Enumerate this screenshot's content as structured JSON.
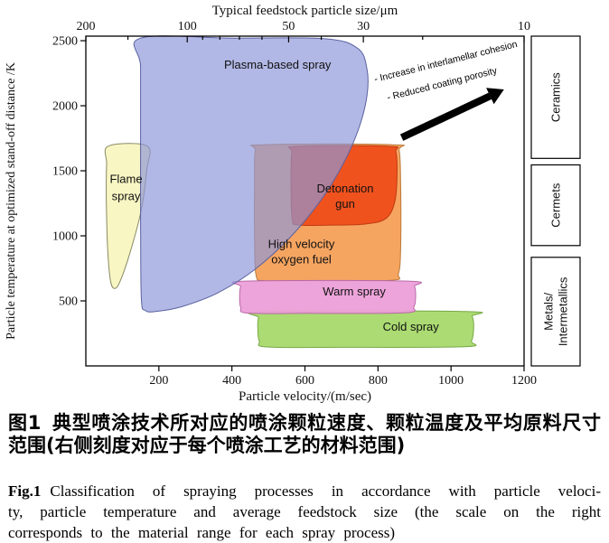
{
  "figure": {
    "caption_zh": {
      "label": "图1",
      "lines": [
        "典型喷涂技术所对应的喷涂颗粒速度、颗粒温度及平均原料尺寸",
        "范围(右侧刻度对应于每个喷涂工艺的材料范围)"
      ]
    },
    "caption_en": {
      "label": "Fig.1",
      "lines": [
        "Classification of spraying processes in accordance with particle veloci-",
        "ty, particle temperature and average feedstock size (the scale on the right",
        "corresponds to the material range for each spray process)"
      ]
    }
  },
  "chart_data": {
    "type": "area",
    "x_axis": {
      "label": "Particle velocity/(m/sec)",
      "range": [
        0,
        1200
      ],
      "ticks": [
        200,
        400,
        600,
        800,
        1000,
        1200
      ]
    },
    "y_axis": {
      "label": "Particle temperature at optimized stand-off distance /K",
      "range": [
        0,
        2535
      ],
      "ticks": [
        500,
        1000,
        1500,
        2000,
        2500
      ]
    },
    "top_axis": {
      "label": "Typical feedstock particle size/μm",
      "scale": "log",
      "direction": "decreasing",
      "range": [
        200,
        10
      ],
      "major_ticks": [
        200,
        100,
        50,
        30,
        10
      ],
      "minor_ticks": [
        150,
        90,
        80,
        70,
        60,
        40,
        20
      ]
    },
    "regions": [
      {
        "name": "flame-spray",
        "fill": "#f8f6c0",
        "opacity": 0.95,
        "stroke": "#8a8a66",
        "points": [
          [
            62,
            1690
          ],
          [
            168,
            1690
          ],
          [
            167,
            1510
          ],
          [
            152,
            1200
          ],
          [
            122,
            880
          ],
          [
            92,
            640
          ],
          [
            76,
            598
          ],
          [
            66,
            680
          ],
          [
            59,
            950
          ],
          [
            56,
            1300
          ],
          [
            57,
            1550
          ]
        ],
        "labels": [
          {
            "text": "Flame",
            "x": 110,
            "y": 1405
          },
          {
            "text": "spray",
            "x": 110,
            "y": 1275
          }
        ],
        "velocity_range": [
          55,
          170
        ],
        "temperature_range": [
          600,
          1690
        ]
      },
      {
        "name": "high-velocity-oxygen-fuel",
        "fill": "#f5a058",
        "opacity": 0.95,
        "stroke": "#b97a3a",
        "points": [
          [
            485,
            1700
          ],
          [
            840,
            1700
          ],
          [
            858,
            1655
          ],
          [
            862,
            1400
          ],
          [
            862,
            900
          ],
          [
            856,
            710
          ],
          [
            835,
            658
          ],
          [
            600,
            652
          ],
          [
            490,
            655
          ],
          [
            466,
            700
          ],
          [
            462,
            1000
          ],
          [
            462,
            1400
          ],
          [
            464,
            1655
          ]
        ],
        "labels": [
          {
            "text": "High velocity",
            "x": 590,
            "y": 905
          },
          {
            "text": "oxygen fuel",
            "x": 590,
            "y": 790
          }
        ],
        "velocity_range": [
          460,
          862
        ],
        "temperature_range": [
          650,
          1700
        ]
      },
      {
        "name": "detonation-gun",
        "fill": "#f0521e",
        "opacity": 1,
        "stroke": "#c03a10",
        "points": [
          [
            578,
            1688
          ],
          [
            830,
            1688
          ],
          [
            849,
            1645
          ],
          [
            852,
            1450
          ],
          [
            845,
            1250
          ],
          [
            820,
            1130
          ],
          [
            762,
            1090
          ],
          [
            660,
            1082
          ],
          [
            580,
            1084
          ],
          [
            565,
            1130
          ],
          [
            562,
            1400
          ],
          [
            564,
            1640
          ]
        ],
        "labels": [
          {
            "text": "Detonation",
            "x": 710,
            "y": 1335
          },
          {
            "text": "gun",
            "x": 710,
            "y": 1215
          }
        ],
        "velocity_range": [
          560,
          852
        ],
        "temperature_range": [
          1080,
          1690
        ]
      },
      {
        "name": "cold-spray",
        "fill": "#a6d96a",
        "opacity": 0.95,
        "stroke": "#78a848",
        "points": [
          [
            492,
            418
          ],
          [
            1040,
            418
          ],
          [
            1058,
            380
          ],
          [
            1062,
            290
          ],
          [
            1056,
            190
          ],
          [
            1038,
            148
          ],
          [
            700,
            143
          ],
          [
            495,
            146
          ],
          [
            475,
            190
          ],
          [
            471,
            280
          ],
          [
            473,
            370
          ]
        ],
        "labels": [
          {
            "text": "Cold spray",
            "x": 890,
            "y": 272
          }
        ],
        "velocity_range": [
          470,
          1062
        ],
        "temperature_range": [
          143,
          418
        ]
      },
      {
        "name": "warm-spray",
        "fill": "#ec9fd8",
        "opacity": 0.95,
        "stroke": "#b86aa8",
        "points": [
          [
            438,
            652
          ],
          [
            880,
            652
          ],
          [
            900,
            610
          ],
          [
            903,
            530
          ],
          [
            898,
            452
          ],
          [
            872,
            408
          ],
          [
            600,
            404
          ],
          [
            442,
            406
          ],
          [
            424,
            450
          ],
          [
            421,
            530
          ],
          [
            424,
            610
          ]
        ],
        "labels": [
          {
            "text": "Warm spray",
            "x": 735,
            "y": 540
          }
        ],
        "velocity_range": [
          420,
          903
        ],
        "temperature_range": [
          404,
          652
        ]
      },
      {
        "name": "plasma-based-spray",
        "fill": "#8e96d8",
        "opacity": 0.68,
        "stroke": "#5a62a0",
        "points": [
          [
            150,
            2520
          ],
          [
            400,
            2520
          ],
          [
            655,
            2515
          ],
          [
            745,
            2440
          ],
          [
            770,
            2280
          ],
          [
            770,
            2080
          ],
          [
            748,
            1830
          ],
          [
            706,
            1560
          ],
          [
            645,
            1280
          ],
          [
            560,
            990
          ],
          [
            462,
            740
          ],
          [
            360,
            560
          ],
          [
            262,
            455
          ],
          [
            196,
            420
          ],
          [
            163,
            425
          ],
          [
            152,
            520
          ],
          [
            150,
            1100
          ],
          [
            150,
            1800
          ],
          [
            150,
            2300
          ]
        ],
        "labels": [
          {
            "text": "Plasma-based spray",
            "x": 525,
            "y": 2285
          }
        ],
        "velocity_range": [
          150,
          772
        ],
        "temperature_range": [
          420,
          2520
        ]
      }
    ],
    "materials": [
      {
        "label": "Ceramics",
        "y_range": [
          1595,
          2535
        ]
      },
      {
        "label": "Cermets",
        "y_range": [
          925,
          1545
        ]
      },
      {
        "label": "Metals/\nIntermetallics",
        "y_range": [
          0,
          835
        ]
      }
    ],
    "annotation": {
      "lines": [
        "- Increase in interlamellar cohesion",
        "- Reduced coating porosity"
      ],
      "arrow": {
        "from": [
          865,
          1755
        ],
        "to": [
          1145,
          2125
        ]
      },
      "text_anchor": [
        792,
        2180
      ],
      "rotation_deg": -14
    }
  }
}
